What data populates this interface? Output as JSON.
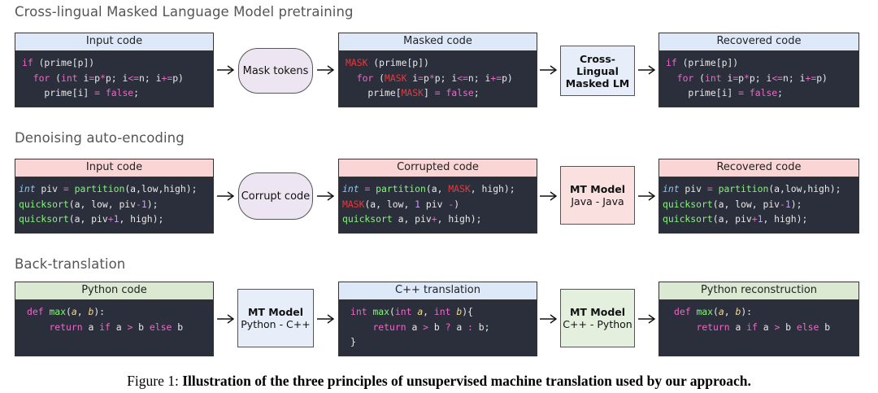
{
  "sections": {
    "s1": "Cross-lingual Masked Language Model pretraining",
    "s2": "Denoising auto-encoding",
    "s3": "Back-translation"
  },
  "row1": {
    "input_header": "Input code",
    "pill": "Mask tokens",
    "masked_header": "Masked code",
    "model_line1": "Cross-Lingual",
    "model_line2": "Masked LM",
    "recovered_header": "Recovered code"
  },
  "row2": {
    "input_header": "Input code",
    "pill": "Corrupt code",
    "corrupted_header": "Corrupted code",
    "model_title": "MT Model",
    "model_sub": "Java - Java",
    "recovered_header": "Recovered code"
  },
  "row3": {
    "python_header": "Python code",
    "model1_title": "MT Model",
    "model1_sub": "Python - C++",
    "cpp_header": "C++ translation",
    "model2_title": "MT Model",
    "model2_sub": "C++ - Python",
    "recon_header": "Python reconstruction"
  },
  "caption": {
    "prefix": "Figure 1: ",
    "text": "Illustration of the three principles of unsupervised machine translation used by our approach."
  },
  "code": {
    "mask_token": "MASK",
    "kw_if": "if",
    "kw_for": "for",
    "kw_int": "int",
    "kw_false": "false",
    "kw_def": "def",
    "kw_return": "return",
    "kw_else": "else",
    "fn_partition": "partition",
    "fn_quicksort": "quicksort",
    "fn_max": "max"
  }
}
